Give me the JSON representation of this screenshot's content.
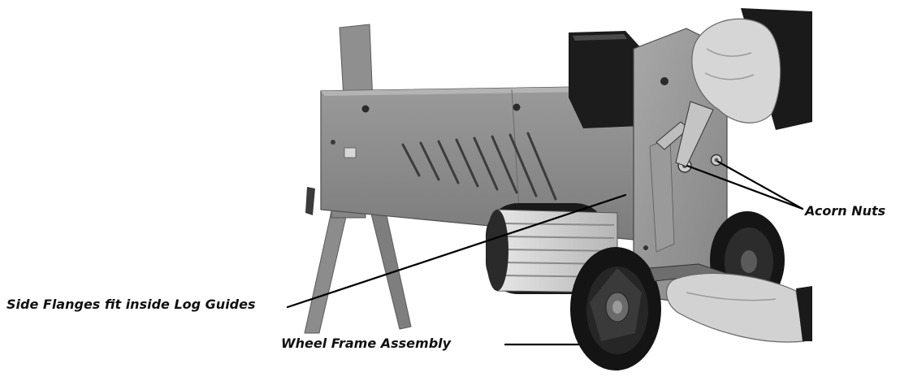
{
  "callouts": {
    "acorn_nuts": "Acorn Nuts",
    "side_flanges": "Side Flanges fit inside Log Guides",
    "wheel_frame": "Wheel Frame Assembly"
  },
  "colors": {
    "body_grey": "#8a8a8a",
    "dark": "#1a1a1a",
    "light_grey": "#c9c9c9",
    "label_text": "#111111"
  }
}
